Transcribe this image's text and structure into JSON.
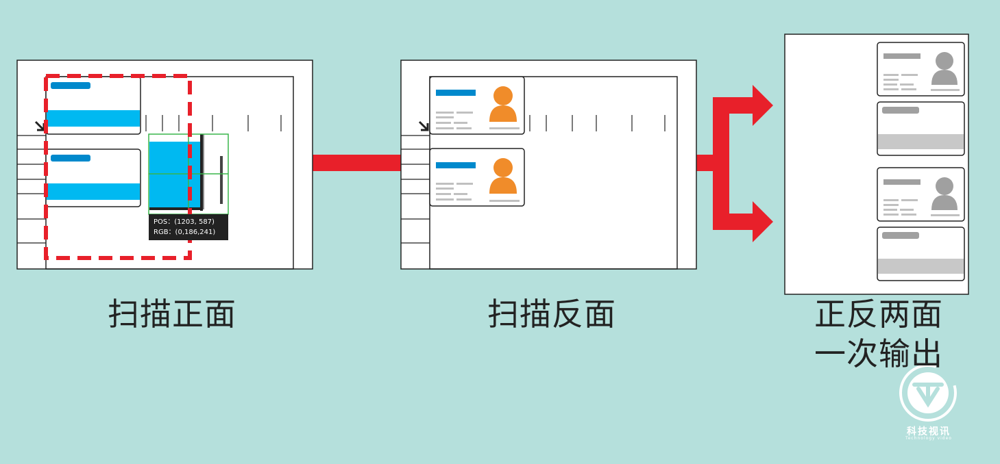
{
  "captions": {
    "front": "扫描正面",
    "back": "扫描反面",
    "output_line1": "正反两面",
    "output_line2": "一次输出"
  },
  "tooltip": {
    "pos": "POS：(1203, 587)",
    "rgb": "RGB：(0,186,241)"
  },
  "logo": {
    "name": "科技视讯",
    "subtitle": "Technology video"
  },
  "colors": {
    "background": "#b5e0dc",
    "arrow": "#e8202a",
    "card_band": "#00b9f1",
    "card_label": "#0089cc",
    "avatar_color": "#f08c2a",
    "avatar_gray": "#a0a0a0",
    "selection": "#e8202a"
  }
}
